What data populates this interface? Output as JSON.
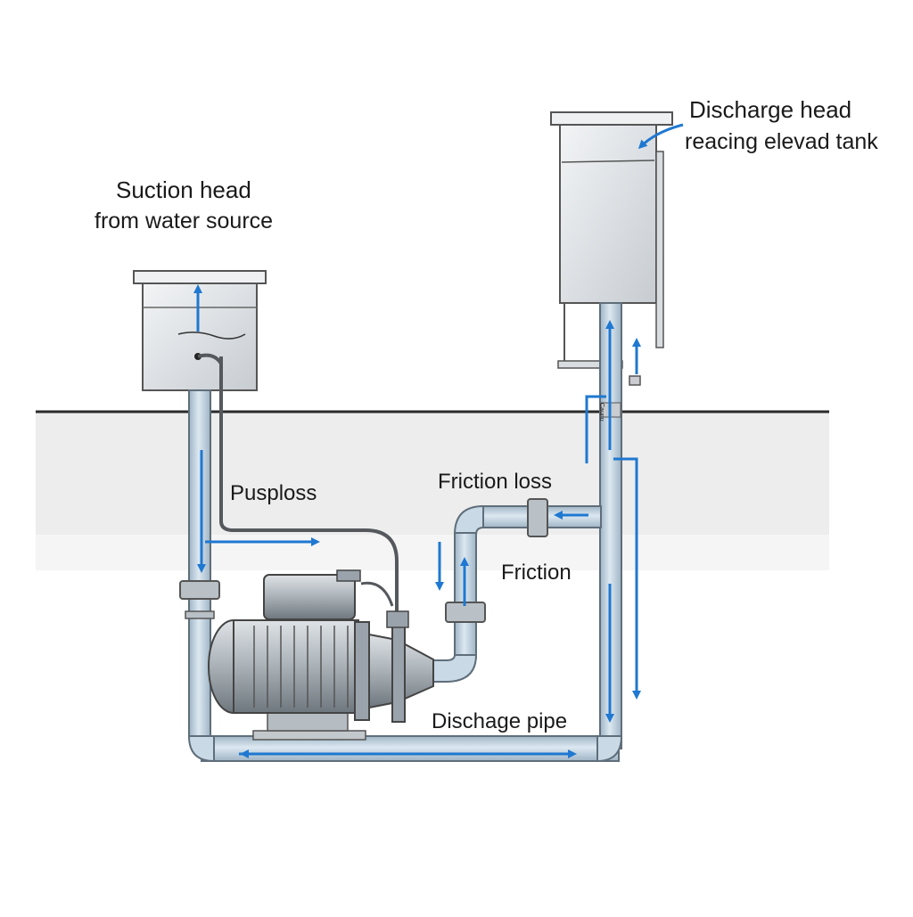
{
  "labels": {
    "suction_title": "Suction head",
    "suction_sub": "from water source",
    "discharge_title": "Discharge head",
    "discharge_sub": "reacing elevad tank",
    "pusploss": "Pusploss",
    "friction_loss": "Friction loss",
    "friction": "Friction",
    "discharge_pipe": "Dischage pipe",
    "gauge_text": "Caunu"
  },
  "colors": {
    "arrow": "#1f78d1",
    "pipe_fill": "#c9d9e6",
    "pipe_stroke": "#5f6e7a",
    "ground": "#ececec",
    "ground_line": "#2a2a2a",
    "metal": "#9aa3ab"
  },
  "icons": [
    "pump-motor-icon",
    "flange-icon",
    "gauge-icon"
  ]
}
